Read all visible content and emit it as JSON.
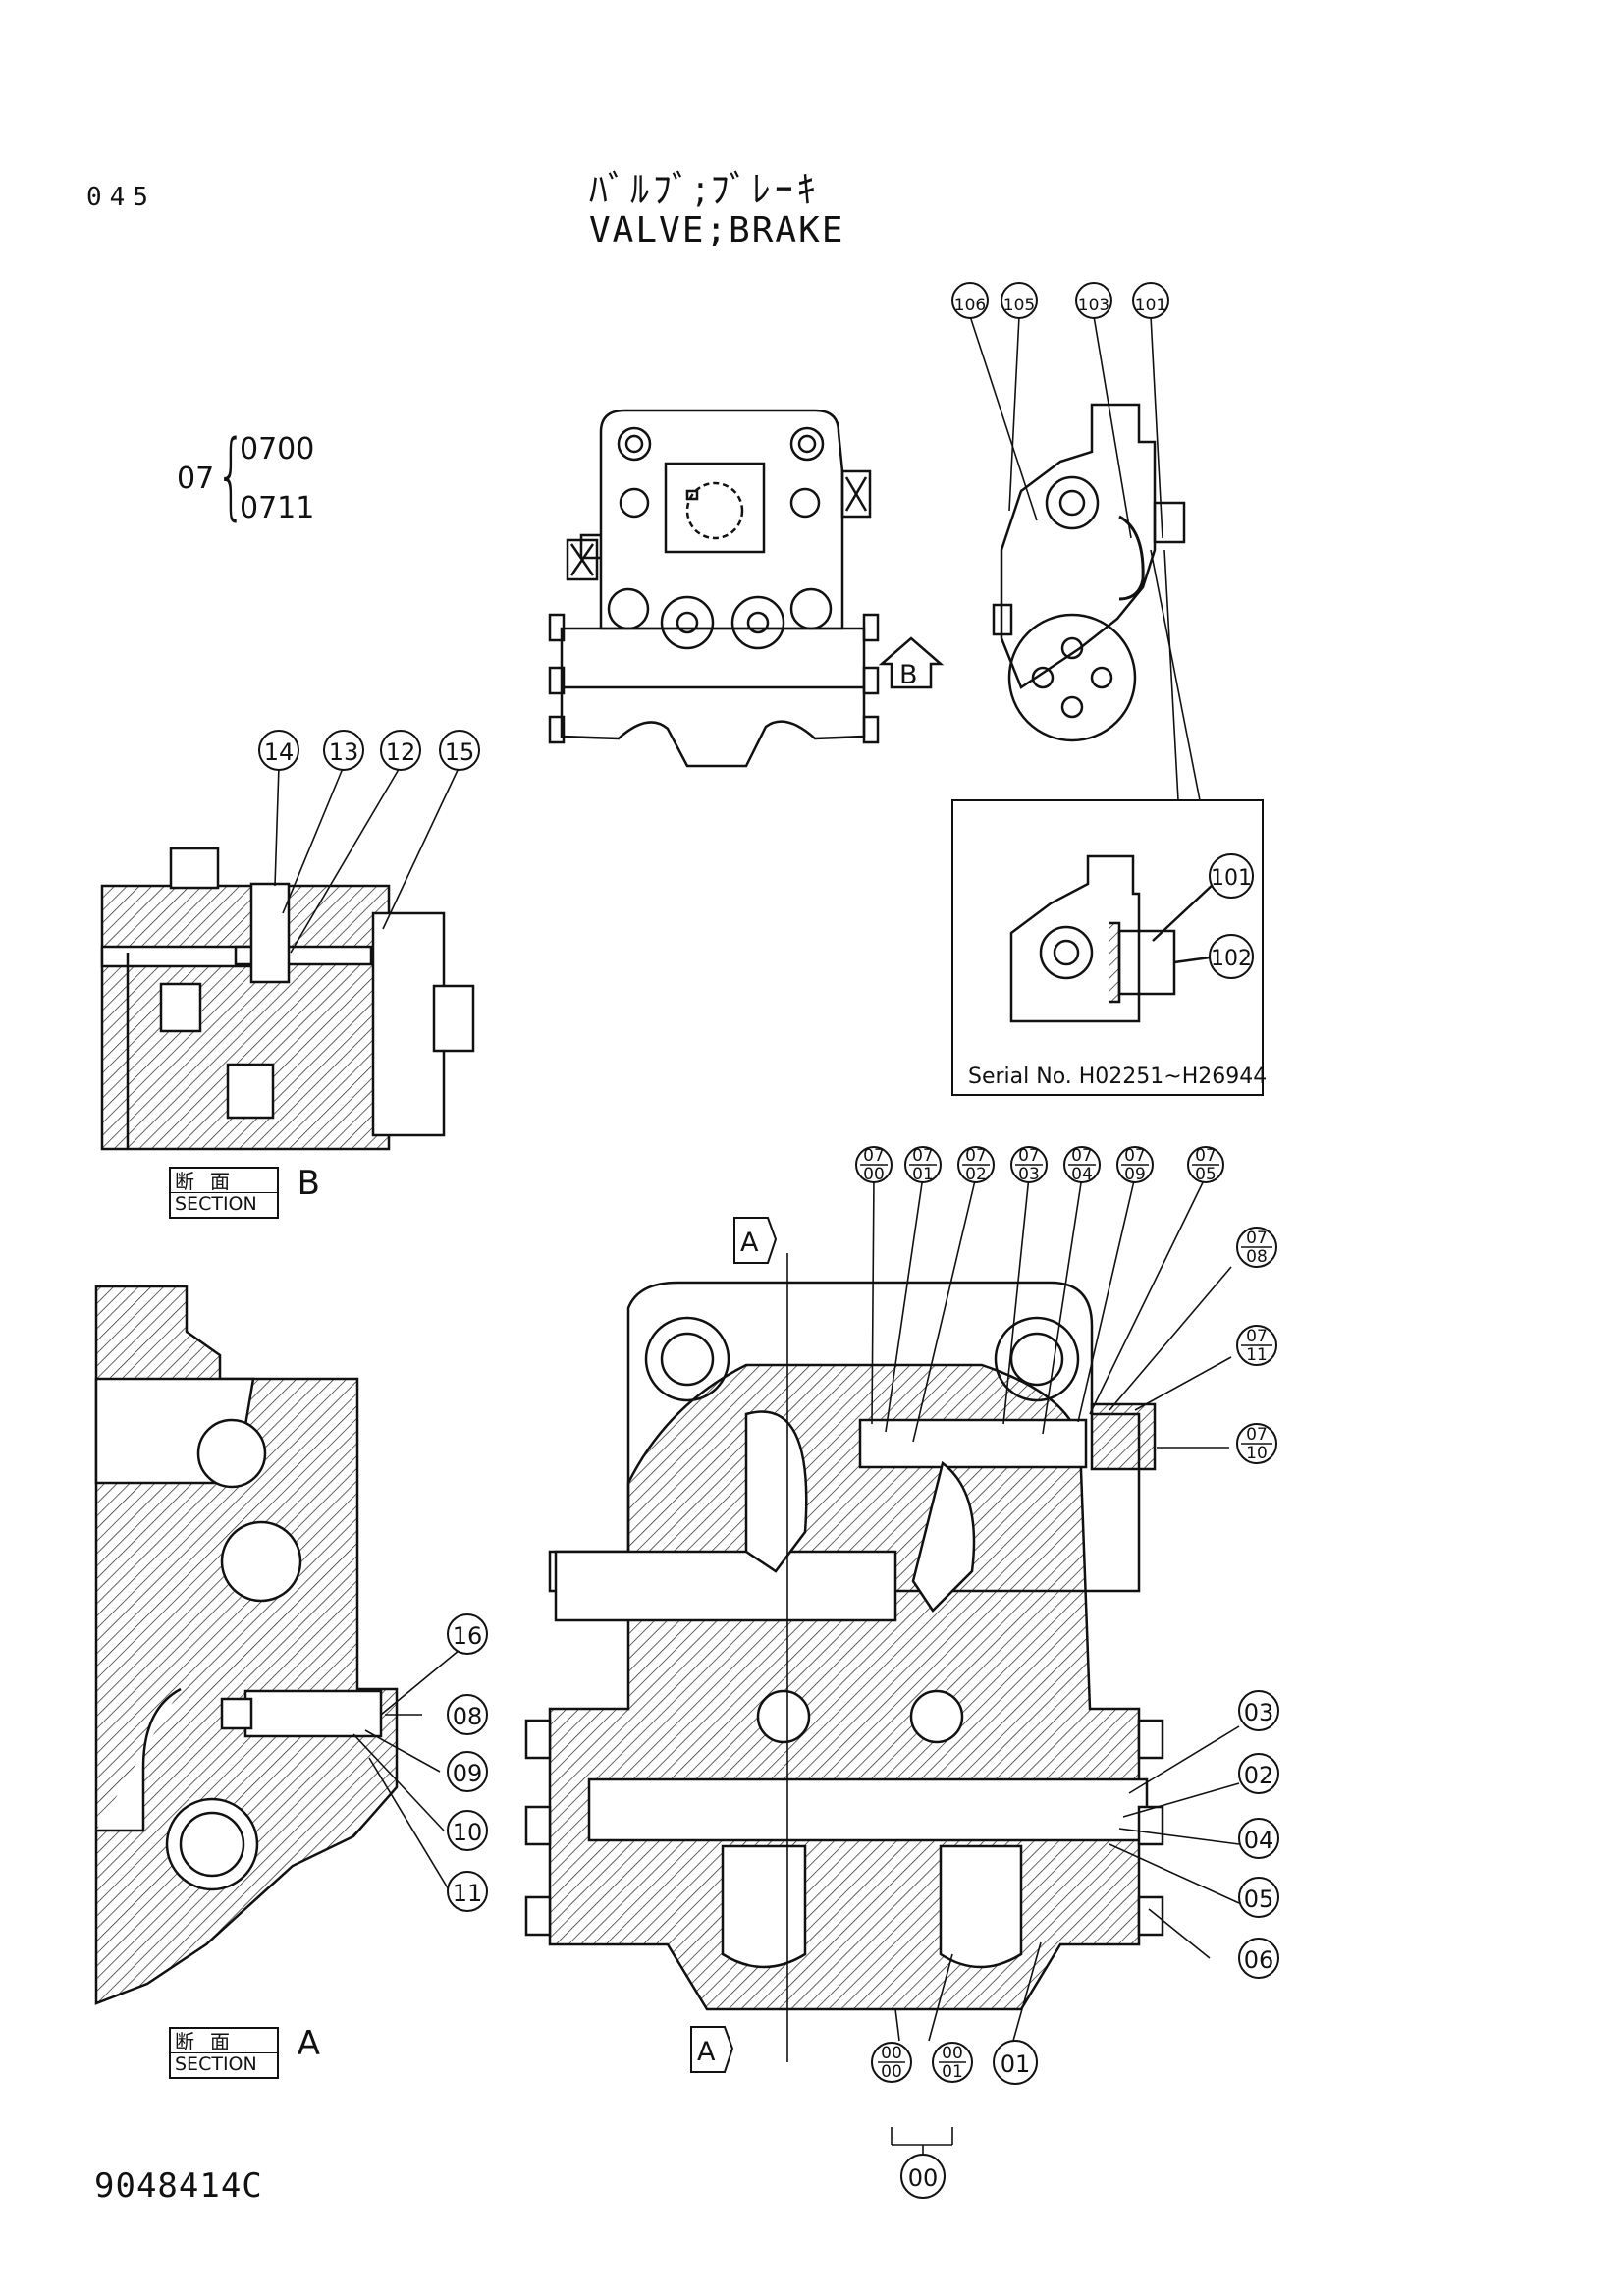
{
  "page_number": "045",
  "title_jp": "ﾊﾞﾙﾌﾞ;ﾌﾞﾚｰｷ",
  "title_en": "VALVE;BRAKE",
  "group": {
    "id": "07",
    "codes": [
      "0700",
      "0711"
    ]
  },
  "serial_note": "Serial No. H02251~H26944",
  "view_letters": {
    "b_arrow": "B",
    "a_top": "A",
    "a_bottom": "A"
  },
  "sections": {
    "b": {
      "jp": "断面",
      "en": "SECTION",
      "letter": "B"
    },
    "a": {
      "jp": "断面",
      "en": "SECTION",
      "letter": "A"
    }
  },
  "callouts": {
    "top": [
      "106",
      "105",
      "103",
      "101"
    ],
    "inset": [
      "101",
      "102"
    ],
    "section_b": [
      "14",
      "13",
      "12",
      "15"
    ],
    "section_a": [
      "16",
      "08",
      "09",
      "10",
      "11"
    ],
    "main_right": [
      "03",
      "02",
      "04",
      "05",
      "06"
    ],
    "main_bottom": [
      "01",
      "00"
    ],
    "fractions_top": [
      {
        "top": "07",
        "bottom": "00"
      },
      {
        "top": "07",
        "bottom": "01"
      },
      {
        "top": "07",
        "bottom": "02"
      },
      {
        "top": "07",
        "bottom": "03"
      },
      {
        "top": "07",
        "bottom": "04"
      },
      {
        "top": "07",
        "bottom": "09"
      },
      {
        "top": "07",
        "bottom": "05"
      }
    ],
    "fractions_right": [
      {
        "top": "07",
        "bottom": "08"
      },
      {
        "top": "07",
        "bottom": "11"
      },
      {
        "top": "07",
        "bottom": "10"
      }
    ],
    "fractions_bottom": [
      {
        "top": "00",
        "bottom": "00"
      },
      {
        "top": "00",
        "bottom": "01"
      }
    ]
  },
  "document_number": "9048414C"
}
